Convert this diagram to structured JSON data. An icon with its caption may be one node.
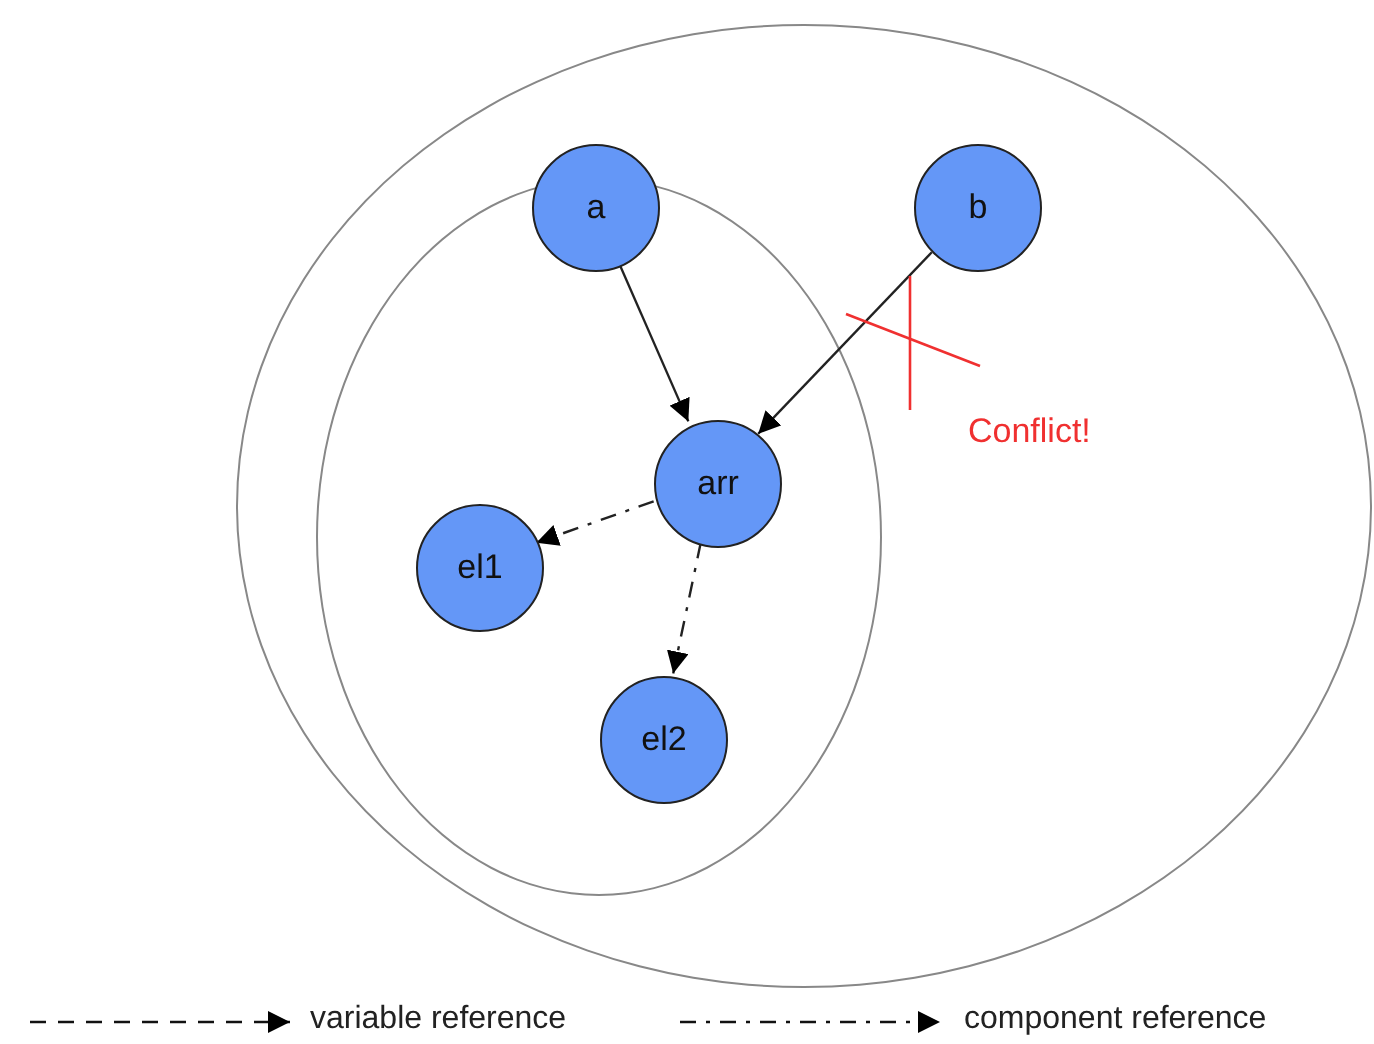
{
  "diagram": {
    "nodes": [
      {
        "text": [],
        "shape": "circle"
      },
      {
        "text": [],
        "shape": "circle",
        "in": 0
      },
      {
        "text": [
          "a"
        ],
        "in": 0
      },
      {
        "text": [
          "b"
        ],
        "in": 0
      },
      {
        "text": [
          "arr"
        ],
        "in": 1
      },
      {
        "text": [
          "el1"
        ],
        "in": 1
      },
      {
        "text": [
          "el2"
        ],
        "in": 1
      }
    ],
    "edges": [
      {
        "from": 2,
        "to": 4,
        "arrow": "to"
      },
      {
        "from": 3,
        "to": 4,
        "arrow": "to"
      },
      {
        "from": 4,
        "to": 5,
        "arrow": "to",
        "style": "dashed"
      },
      {
        "from": 4,
        "to": 6,
        "arrow": "to",
        "style": "dashed"
      }
    ],
    "labels": [
      "Conflict!"
    ],
    "legend": [
      {
        "text": "variable reference"
      },
      {
        "text": "component reference"
      }
    ]
  }
}
